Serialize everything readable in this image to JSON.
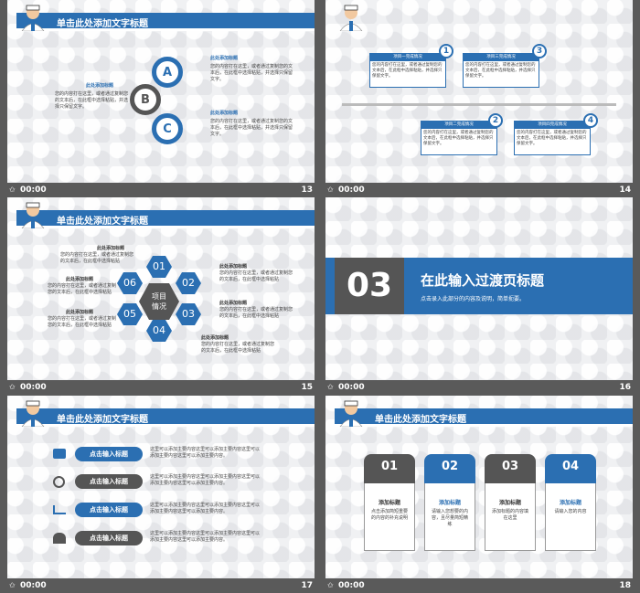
{
  "header_title": "单击此处添加文字标题",
  "time": "00:00",
  "star": "✩",
  "s13": {
    "num": "13",
    "t1": "此处添加标题",
    "t2": "此处添加标题",
    "t3": "此处添加标题",
    "body": "您的内容打在这里，或者通过复制您的文本后，在此框中选择粘贴，并选择只保留文字。",
    "a": "A",
    "b": "B",
    "c": "C"
  },
  "s14": {
    "num": "14",
    "labels": [
      "1",
      "2",
      "3",
      "4"
    ],
    "titles": [
      "项目一完成情况",
      "项目二完成情况",
      "项目三完成情况",
      "项目四完成情况"
    ],
    "body": "您的内容打在这里，或者通过复制您的文本后，在此框中选择粘贴，并选择只保留文字。"
  },
  "s15": {
    "num": "15",
    "center": "项目\n情况",
    "center1": "项目",
    "center2": "情况",
    "nums": [
      "01",
      "02",
      "03",
      "04",
      "05",
      "06"
    ],
    "t": "此处添加标题",
    "body": "您的内容打在这里，或者通过复制您的文本后，在此框中选择粘贴"
  },
  "s16": {
    "num": "16",
    "big": "03",
    "title": "在此输入过渡页标题",
    "sub": "点击录入此部分的内容及说明，简单扼要。"
  },
  "s17": {
    "num": "17",
    "pill": "点击输入标题",
    "body": "这里可以添加主要内容这里可以添加主要内容这里可以添加主要内容这里可以添加主要内容。"
  },
  "s18": {
    "num": "18",
    "nums": [
      "01",
      "02",
      "03",
      "04"
    ],
    "t": "添加标题",
    "bodies": [
      "点击添加简短重要的内容的补充说明",
      "请输入您想要的内容，且尽量简短精练",
      "添加标题的内容填在这里",
      "请输入您的内容"
    ]
  }
}
